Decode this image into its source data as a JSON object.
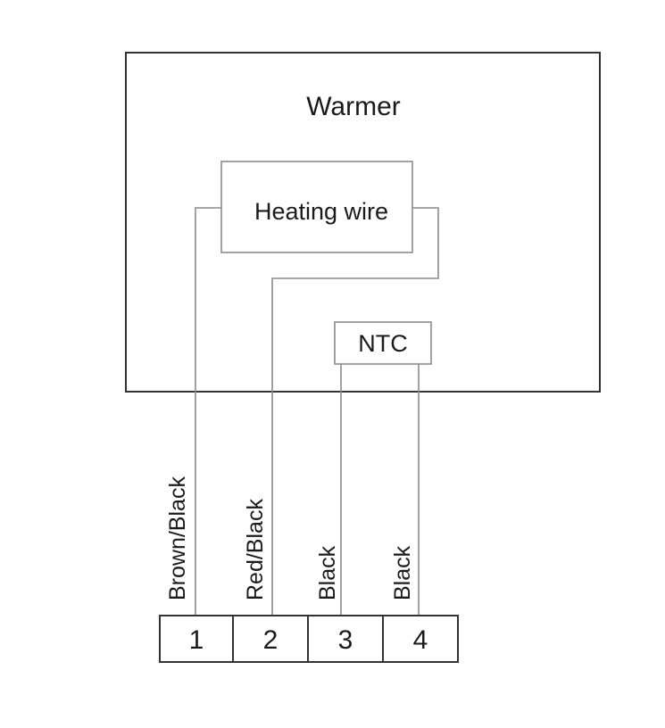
{
  "warmer": {
    "label": "Warmer"
  },
  "heating_wire": {
    "label": "Heating wire"
  },
  "ntc": {
    "label": "NTC"
  },
  "wires": [
    {
      "color": "Brown/Black",
      "pin": "1"
    },
    {
      "color": "Red/Black",
      "pin": "2"
    },
    {
      "color": "Black",
      "pin": "3"
    },
    {
      "color": "Black",
      "pin": "4"
    }
  ]
}
